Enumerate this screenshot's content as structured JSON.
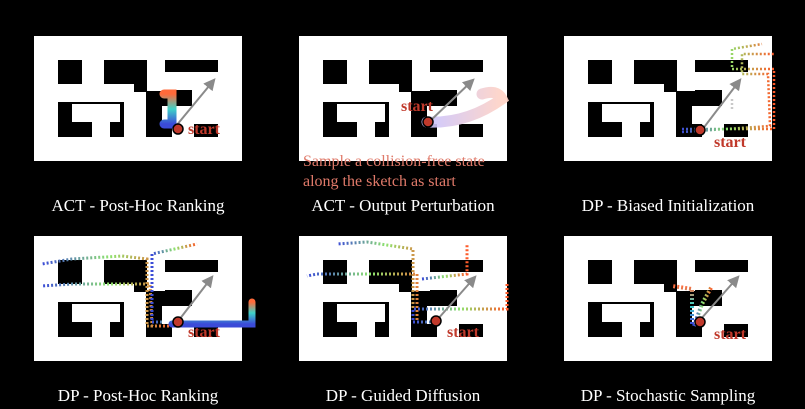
{
  "start_label": "start",
  "note": {
    "line1": "Sample a collision-free state",
    "line2": "along the sketch as start"
  },
  "panels": [
    {
      "caption": "ACT - Post-Hoc Ranking"
    },
    {
      "caption": "ACT - Output Perturbation"
    },
    {
      "caption": "DP - Biased Initialization"
    },
    {
      "caption": "DP - Post-Hoc Ranking"
    },
    {
      "caption": "DP - Guided Diffusion"
    },
    {
      "caption": "DP - Stochastic Sampling"
    }
  ],
  "colors": {
    "maze_wall": "#000000",
    "maze_path": "#ffffff",
    "start_dot": "#c0392b",
    "sketch_arrow": "#8a8a8a",
    "start_text": "#c0392b",
    "note_text": "#e07a6a"
  }
}
